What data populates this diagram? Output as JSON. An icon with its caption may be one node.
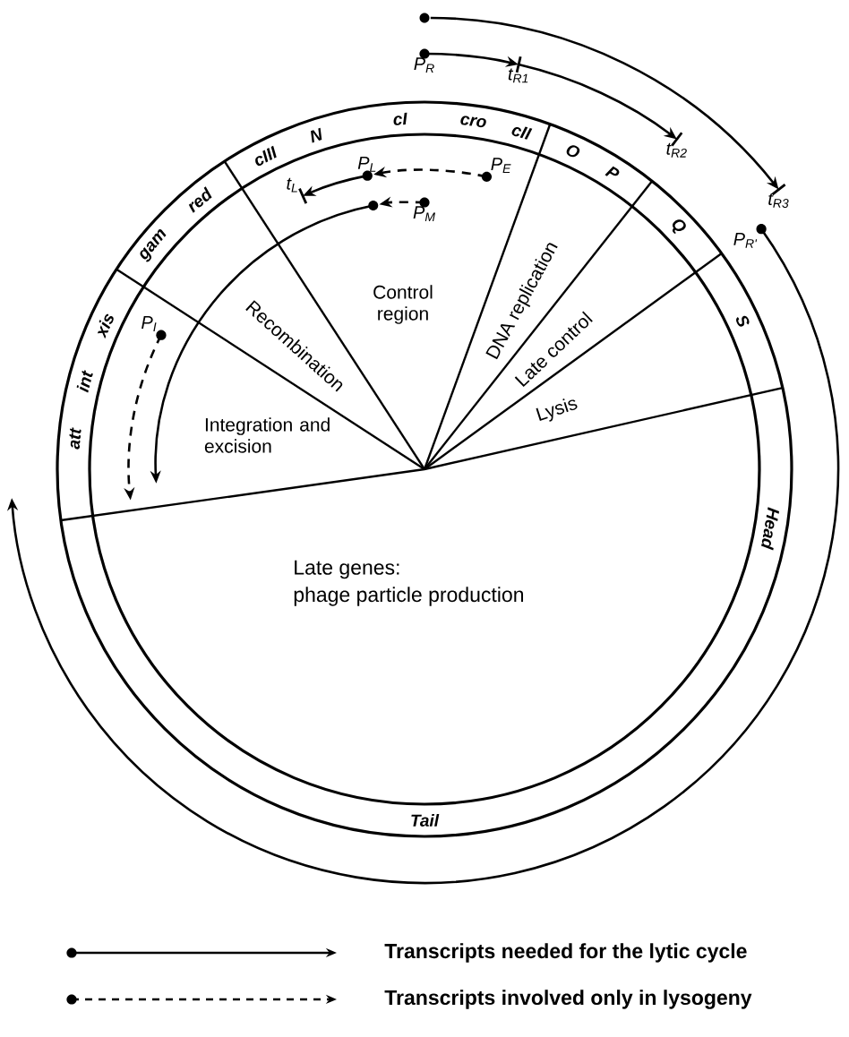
{
  "diagram": {
    "nodes": [
      {
        "text": [],
        "shape": "circle"
      },
      {
        "text": [
          "P$_{R}$"
        ]
      },
      {
        "text": [
          "t$_{R1}$"
        ]
      },
      {
        "text": [
          "t$_{R2}$"
        ]
      },
      {
        "text": [
          "t$_{R3}$"
        ]
      },
      {
        "text": [
          "P$_{R'}$"
        ]
      },
      {
        "text": [
          "P$_{L}$"
        ]
      },
      {
        "text": [
          "t$_{L}$"
        ]
      },
      {
        "text": [
          "P$_{E}$"
        ]
      },
      {
        "text": [
          "P$_{M}$"
        ]
      },
      {
        "text": [
          "P$_{I}$"
        ]
      },
      {
        "text": [],
        "shape": "circle"
      }
    ],
    "edges": [
      {
        "from": 0,
        "to": 4,
        "arrow": "to"
      },
      {
        "from": 1,
        "to": 2,
        "arrow": "to"
      },
      {
        "from": 2,
        "to": 3,
        "arrow": "to"
      },
      {
        "from": 5,
        "to": null,
        "arrow": "to"
      },
      {
        "from": 6,
        "to": 7,
        "arrow": "to"
      },
      {
        "from": 8,
        "to": 6,
        "arrow": "to",
        "style": "dashed"
      },
      {
        "from": 9,
        "to": 11,
        "arrow": "to",
        "style": "dashed"
      },
      {
        "from": 11,
        "to": null,
        "arrow": "to"
      },
      {
        "from": 10,
        "to": null,
        "arrow": "to",
        "style": "dashed"
      }
    ],
    "labels": [
      "cIII",
      "N",
      "cI",
      "cro",
      "cII",
      "O",
      "P",
      "Q",
      "S",
      "Head",
      "Tail",
      "att",
      "int",
      "xis",
      "gam",
      "red",
      "Control region",
      "Recombination",
      "Integration and excision",
      "DNA replication",
      "Late control",
      "Lysis",
      "Late genes:",
      "phage particle production"
    ],
    "legend": [
      {
        "text": "Transcripts  needed for the lytic cycle"
      },
      {
        "text": "Transcripts  involved only in lysogeny"
      }
    ]
  }
}
